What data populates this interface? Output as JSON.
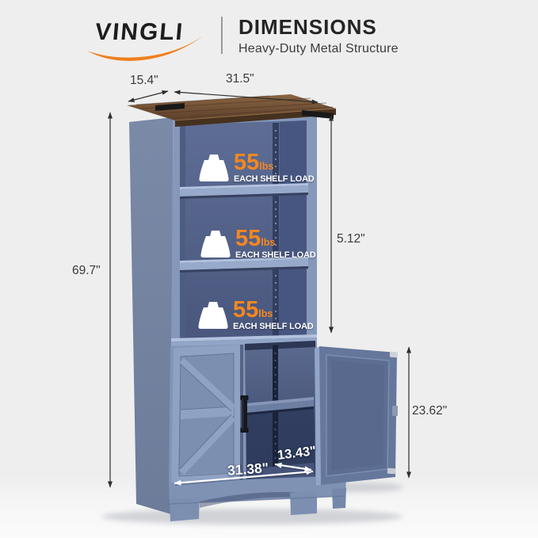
{
  "header": {
    "brand": "VINGLI",
    "title": "DIMENSIONS",
    "subtitle": "Heavy-Duty Metal Structure"
  },
  "dimensions": {
    "top_depth": "15.4\"",
    "top_width": "31.5\"",
    "overall_height": "69.7\"",
    "shelf_section_height": "5.12\"",
    "door_height": "23.62\"",
    "bottom_width": "31.38\"",
    "door_width": "13.43\""
  },
  "shelf_badges": [
    {
      "value": "55",
      "unit": "lbs",
      "caption": "EACH SHELF LOAD"
    },
    {
      "value": "55",
      "unit": "lbs",
      "caption": "EACH SHELF LOAD"
    },
    {
      "value": "55",
      "unit": "lbs",
      "caption": "EACH SHELF LOAD"
    }
  ],
  "colors": {
    "accent_orange": "#F6871F",
    "cabinet_blue": "#8295B7",
    "interior_blue": "#51608A",
    "wood_brown": "#6E4D33",
    "background": "#EEEEEE"
  }
}
